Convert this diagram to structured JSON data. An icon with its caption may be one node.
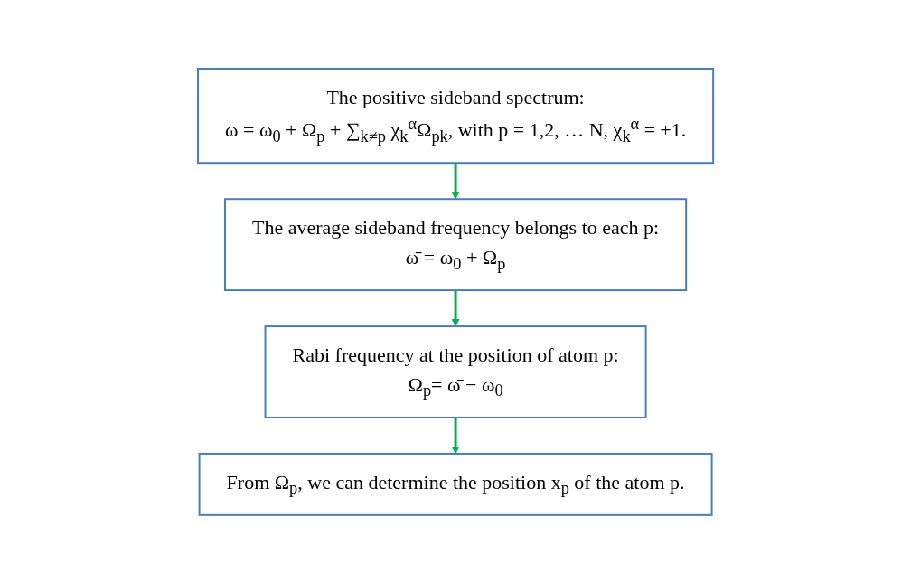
{
  "diagram": {
    "nodes": [
      {
        "text": [
          "The positive sideband spectrum:",
          "ω = ω$_{0}$ + Ω$_{p}$ + ∑$_{k≠p}$ χ$_{k}$$^{α}$Ω$_{pk}$, with  p = 1,2, … N, χ$_{k}$$^{α}$ = ±1."
        ]
      },
      {
        "text": [
          "The average sideband frequency belongs to each p:",
          "ω̄ = ω$_{0}$ + Ω$_{p}$"
        ]
      },
      {
        "text": [
          "Rabi frequency at the position of atom p:",
          "Ω$_{p}$= ω̄ − ω$_{0}$"
        ]
      },
      {
        "text": [
          "From Ω$_{p}$, we can determine the position  x$_{p}$ of the atom p."
        ]
      }
    ],
    "edges": [
      {
        "from": 0,
        "to": 1,
        "arrow": "to"
      },
      {
        "from": 1,
        "to": 2,
        "arrow": "to"
      },
      {
        "from": 2,
        "to": 3,
        "arrow": "to"
      }
    ]
  }
}
